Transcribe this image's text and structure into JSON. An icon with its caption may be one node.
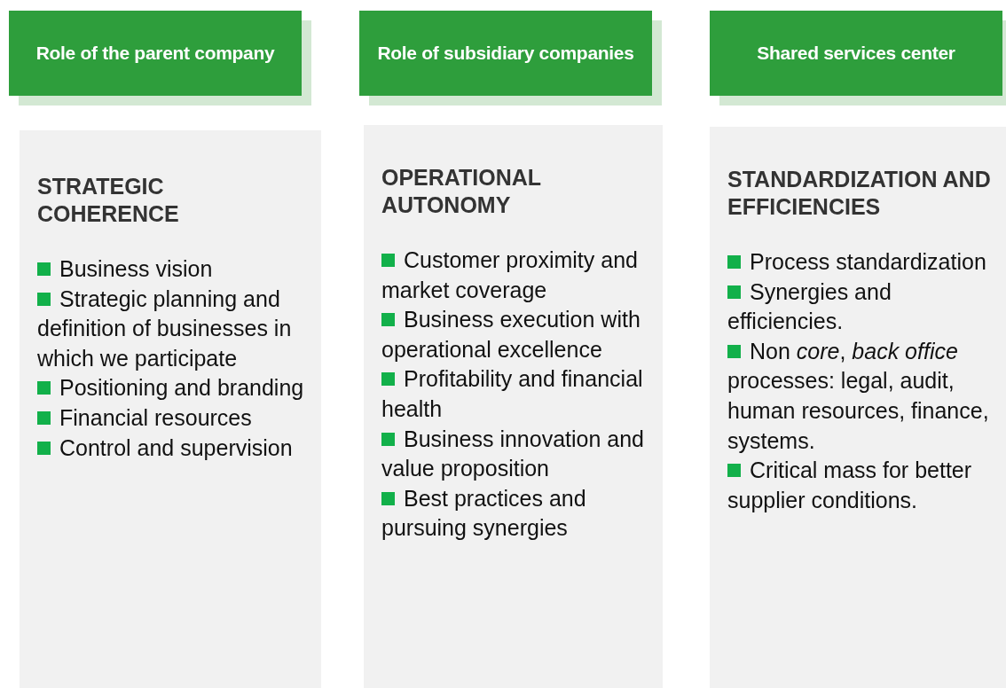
{
  "diagram": {
    "nodes": [
      {
        "text": [
          "Role of the parent company"
        ]
      },
      {
        "text": [
          "Role of subsidiary companies"
        ]
      },
      {
        "text": [
          "Shared services center"
        ]
      },
      {
        "text": [
          "STRATEGIC COHERENCE",
          "Business vision",
          "Strategic planning and definition of businesses in which we participate",
          "Positioning and branding",
          "Financial resources",
          "Control and supervision"
        ]
      },
      {
        "text": [
          "OPERATIONAL AUTONOMY",
          "Customer proximity and market coverage",
          "Business execution with operational excellence",
          "Profitability and financial health",
          "Business innovation and value proposition",
          "Best practices and pursuing synergies"
        ]
      },
      {
        "text": [
          "STANDARDIZATION AND EFFICIENCIES",
          "Process standardization",
          "Synergies and efficiencies.",
          "Non *core*, *back office* processes: legal, audit, human resources, finance, systems.",
          "Critical mass for better supplier conditions."
        ]
      }
    ]
  }
}
